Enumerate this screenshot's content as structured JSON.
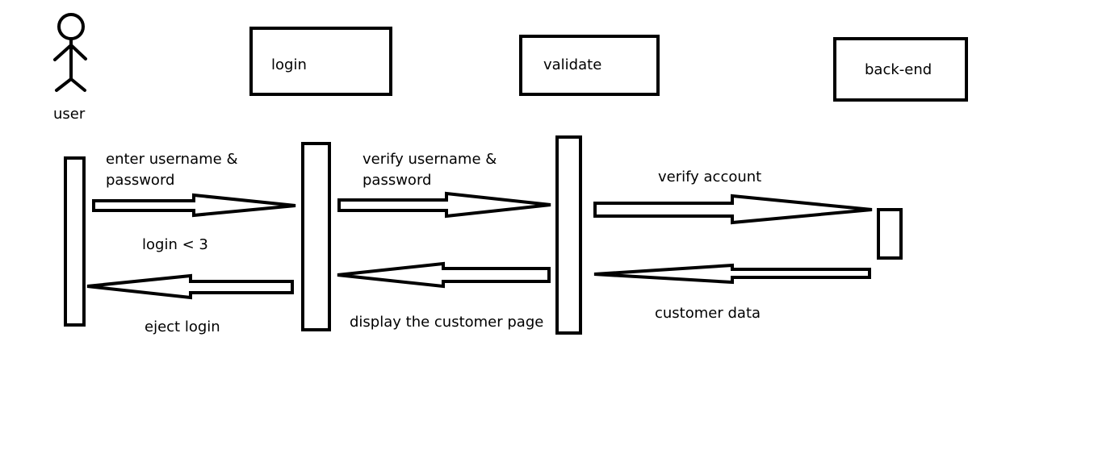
{
  "actor": {
    "label": "user"
  },
  "participants": [
    {
      "id": "login",
      "label": "login"
    },
    {
      "id": "validate",
      "label": "validate"
    },
    {
      "id": "backend",
      "label": "back-end"
    }
  ],
  "messages": [
    {
      "id": "m1",
      "line1": "enter username &",
      "line2": "password"
    },
    {
      "id": "m2",
      "line1": "verify username &",
      "line2": "password"
    },
    {
      "id": "m3",
      "line1": "verify account"
    },
    {
      "id": "m4",
      "line1": "login < 3"
    },
    {
      "id": "m5",
      "line1": "eject login"
    },
    {
      "id": "m6",
      "line1": "display the customer page"
    },
    {
      "id": "m7",
      "line1": "customer data"
    }
  ]
}
